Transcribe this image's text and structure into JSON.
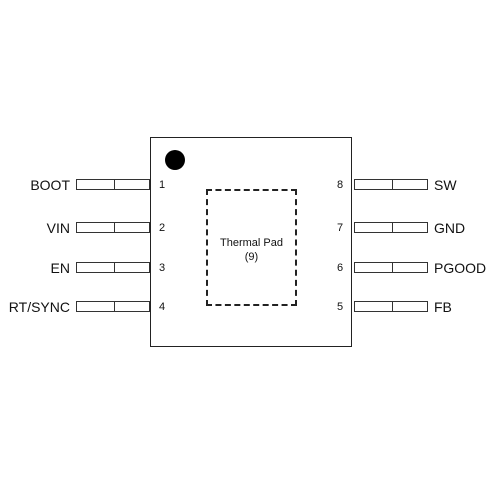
{
  "thermal_pad": {
    "label": "Thermal Pad",
    "number": "(9)"
  },
  "pins": {
    "p1": {
      "number": "1",
      "name": "BOOT"
    },
    "p2": {
      "number": "2",
      "name": "VIN"
    },
    "p3": {
      "number": "3",
      "name": "EN"
    },
    "p4": {
      "number": "4",
      "name": "RT/SYNC"
    },
    "p5": {
      "number": "5",
      "name": "FB"
    },
    "p6": {
      "number": "6",
      "name": "PGOOD"
    },
    "p7": {
      "number": "7",
      "name": "GND"
    },
    "p8": {
      "number": "8",
      "name": "SW"
    }
  }
}
